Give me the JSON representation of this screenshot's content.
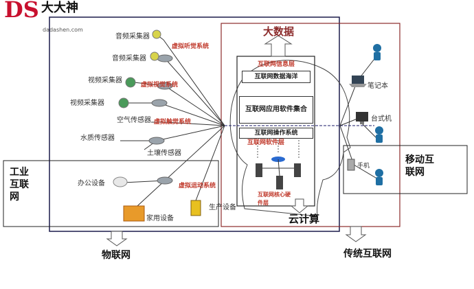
{
  "logo": {
    "letters": "DS",
    "cn": "大大神",
    "site": "dadashen.com"
  },
  "sensors": {
    "audio1": "音频采集器",
    "audio2": "音频采集器",
    "video1": "视频采集器",
    "video2": "视频采集器",
    "air": "空气传感器",
    "water": "水质传感器",
    "soil": "土壤传感器",
    "office": "办公设备",
    "home": "家用设备",
    "production": "生产设备"
  },
  "virtual": {
    "hearing": "虚拟听觉系统",
    "vision": "虚拟视觉系统",
    "touch": "虚拟触觉系统",
    "motion": "虚拟运动系统"
  },
  "bigdata": {
    "title": "大数据",
    "info_layer": "互联网信息层",
    "data_ocean": "互联网数据海洋",
    "app_software": "互联网应用软件集合",
    "os": "互联网操作系统",
    "software_layer": "互联网软件层",
    "core_hw": "互联网核心硬件层"
  },
  "cloud": "云计算",
  "iot": "物联网",
  "traditional": "传统互联网",
  "industrial": "工业互联网",
  "mobile": "移动互联网",
  "devices": {
    "laptop": "笔记本",
    "desktop": "台式机",
    "phone": "手机"
  }
}
